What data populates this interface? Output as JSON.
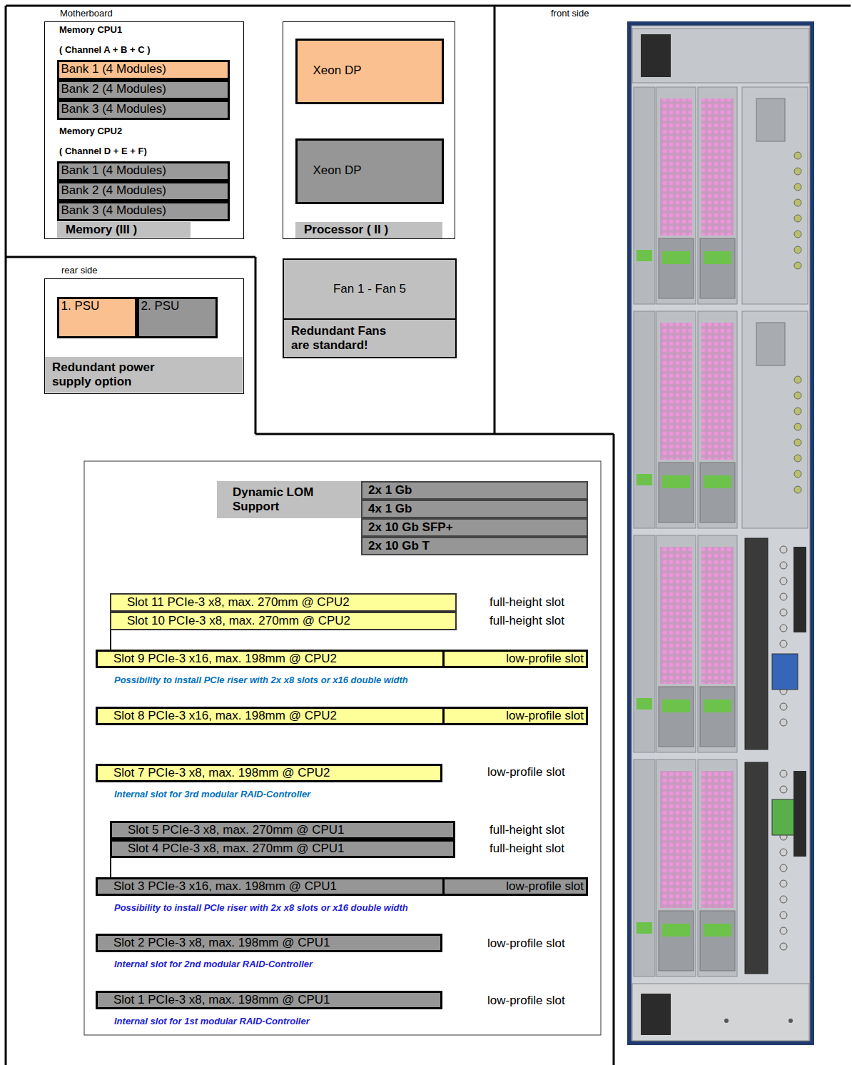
{
  "diagram": {
    "nodes": [
      {
        "text": [
          "Memory CPU1",
          "( Channel A + B + C )",
          "Memory CPU2",
          "( Channel D + E + F)",
          "Memory (III )"
        ]
      },
      {
        "text": [
          "Bank 1 (4 Modules)"
        ],
        "in": 0
      },
      {
        "text": [
          "Bank 2 (4 Modules)"
        ],
        "in": 0
      },
      {
        "text": [
          "Bank 3 (4 Modules)"
        ],
        "in": 0
      },
      {
        "text": [
          "Bank 1 (4 Modules)"
        ],
        "in": 0
      },
      {
        "text": [
          "Bank 2 (4 Modules)"
        ],
        "in": 0
      },
      {
        "text": [
          "Bank 3 (4 Modules)"
        ],
        "in": 0
      },
      {
        "text": [
          "Processor ( II )"
        ]
      },
      {
        "text": [
          "Xeon DP"
        ],
        "in": 7
      },
      {
        "text": [
          "Xeon DP"
        ],
        "in": 7
      },
      {
        "text": [
          "Redundant power supply option"
        ]
      },
      {
        "text": [
          "1. PSU"
        ],
        "in": 10
      },
      {
        "text": [
          "2. PSU"
        ],
        "in": 10
      },
      {
        "text": [
          "Fan 1 - Fan 5",
          "Redundant Fans are standard!"
        ]
      },
      {
        "text": [
          "Dynamic LOM Support"
        ]
      },
      {
        "text": [
          "2x 1 Gb"
        ]
      },
      {
        "text": [
          "4x 1 Gb"
        ]
      },
      {
        "text": [
          "2x 10 Gb SFP+"
        ]
      },
      {
        "text": [
          "2x 10 Gb T"
        ]
      },
      {
        "text": [
          "Slot 11 PCIe-3 x8, max. 270mm @ CPU2"
        ]
      },
      {
        "text": [
          "Slot 10 PCIe-3 x8, max. 270mm @ CPU2"
        ]
      },
      {
        "text": [
          "Slot 9 PCIe-3 x16, max. 198mm @ CPU2",
          "low-profile slot"
        ]
      },
      {
        "text": [
          "Slot 8 PCIe-3 x16, max. 198mm @ CPU2",
          "low-profile slot"
        ]
      },
      {
        "text": [
          "Slot 7 PCIe-3 x8, max. 198mm @ CPU2"
        ]
      },
      {
        "text": [
          "Slot 5 PCIe-3 x8, max. 270mm @ CPU1"
        ]
      },
      {
        "text": [
          "Slot 4 PCIe-3 x8, max. 270mm @ CPU1"
        ]
      },
      {
        "text": [
          "Slot 3 PCIe-3 x16, max. 198mm @ CPU1",
          "low-profile slot"
        ]
      },
      {
        "text": [
          "Slot 2 PCIe-3 x8, max. 198mm @ CPU1"
        ]
      },
      {
        "text": [
          "Slot 1 PCIe-3 x8, max. 198mm @ CPU1"
        ]
      }
    ],
    "labels": [
      "Motherboard",
      "front side",
      "rear side",
      "full-height slot",
      "full-height slot",
      "Possibility to install PCIe riser with 2x x8 slots or x16 double width",
      "low-profile slot",
      "Internal slot for 3rd modular RAID-Controller",
      "full-height slot",
      "full-height slot",
      "Possibility to install PCIe riser with 2x x8 slots or x16 double width",
      "low-profile slot",
      "Internal slot for 2nd modular RAID-Controller",
      "low-profile slot",
      "Internal slot for 1st modular RAID-Controller"
    ]
  }
}
